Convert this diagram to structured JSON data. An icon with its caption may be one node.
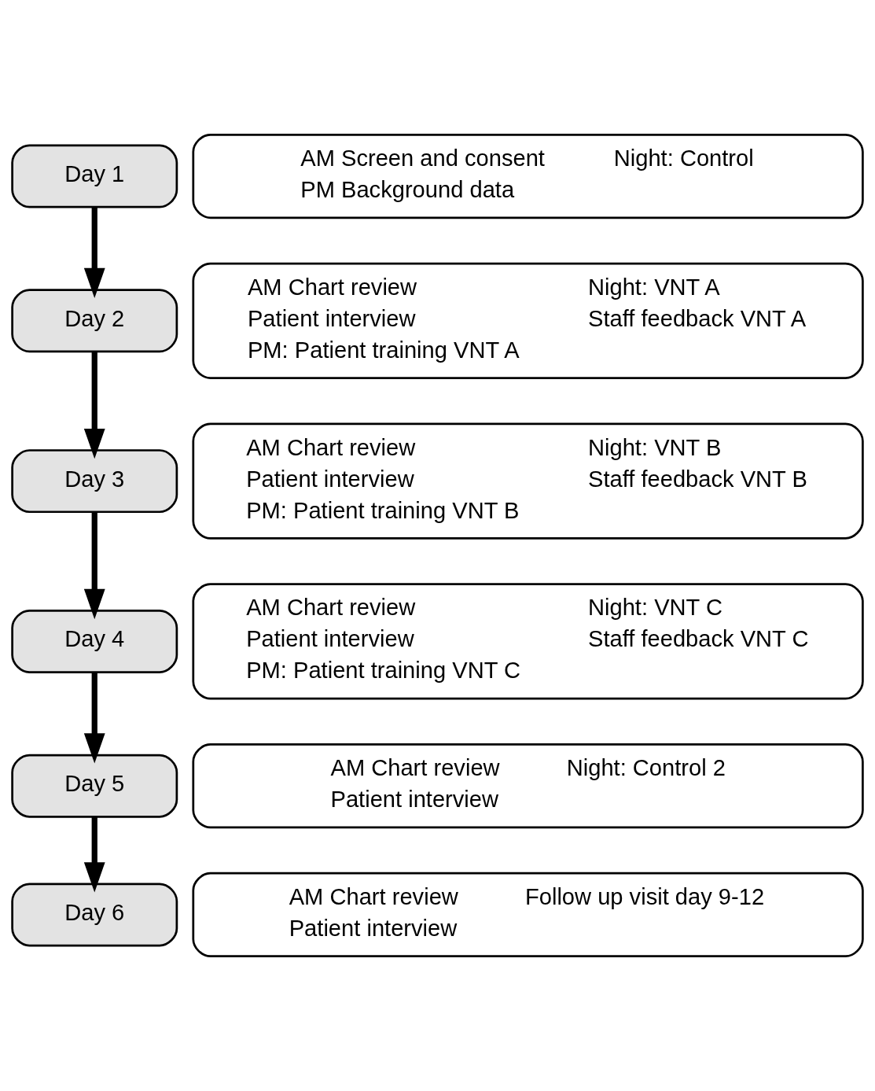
{
  "diagram": {
    "nodes": [
      {
        "text": [
          "Day 1"
        ]
      },
      {
        "text": [
          "AM Screen and consent",
          "Night: Control",
          "PM Background data"
        ]
      },
      {
        "text": [
          "Day 2"
        ]
      },
      {
        "text": [
          "AM Chart review",
          "Night: VNT A",
          "Patient interview",
          "Staff feedback VNT A",
          "PM: Patient training VNT A"
        ]
      },
      {
        "text": [
          "Day 3"
        ]
      },
      {
        "text": [
          "AM Chart review",
          "Night: VNT B",
          "Patient interview",
          "Staff feedback VNT B",
          "PM: Patient training VNT B"
        ]
      },
      {
        "text": [
          "Day 4"
        ]
      },
      {
        "text": [
          "AM Chart review",
          "Night: VNT C",
          "Patient interview",
          "Staff feedback VNT C",
          "PM: Patient training VNT C"
        ]
      },
      {
        "text": [
          "Day 5"
        ]
      },
      {
        "text": [
          "AM Chart review",
          "Night: Control 2",
          "Patient interview"
        ]
      },
      {
        "text": [
          "Day 6"
        ]
      },
      {
        "text": [
          "AM Chart review",
          "Follow up visit day 9-12",
          "Patient interview"
        ]
      }
    ],
    "edges": [
      {
        "from": 0,
        "to": 2,
        "arrow": "to"
      },
      {
        "from": 2,
        "to": 4,
        "arrow": "to"
      },
      {
        "from": 4,
        "to": 6,
        "arrow": "to"
      },
      {
        "from": 6,
        "to": 8,
        "arrow": "to"
      },
      {
        "from": 8,
        "to": 10,
        "arrow": "to"
      }
    ]
  }
}
